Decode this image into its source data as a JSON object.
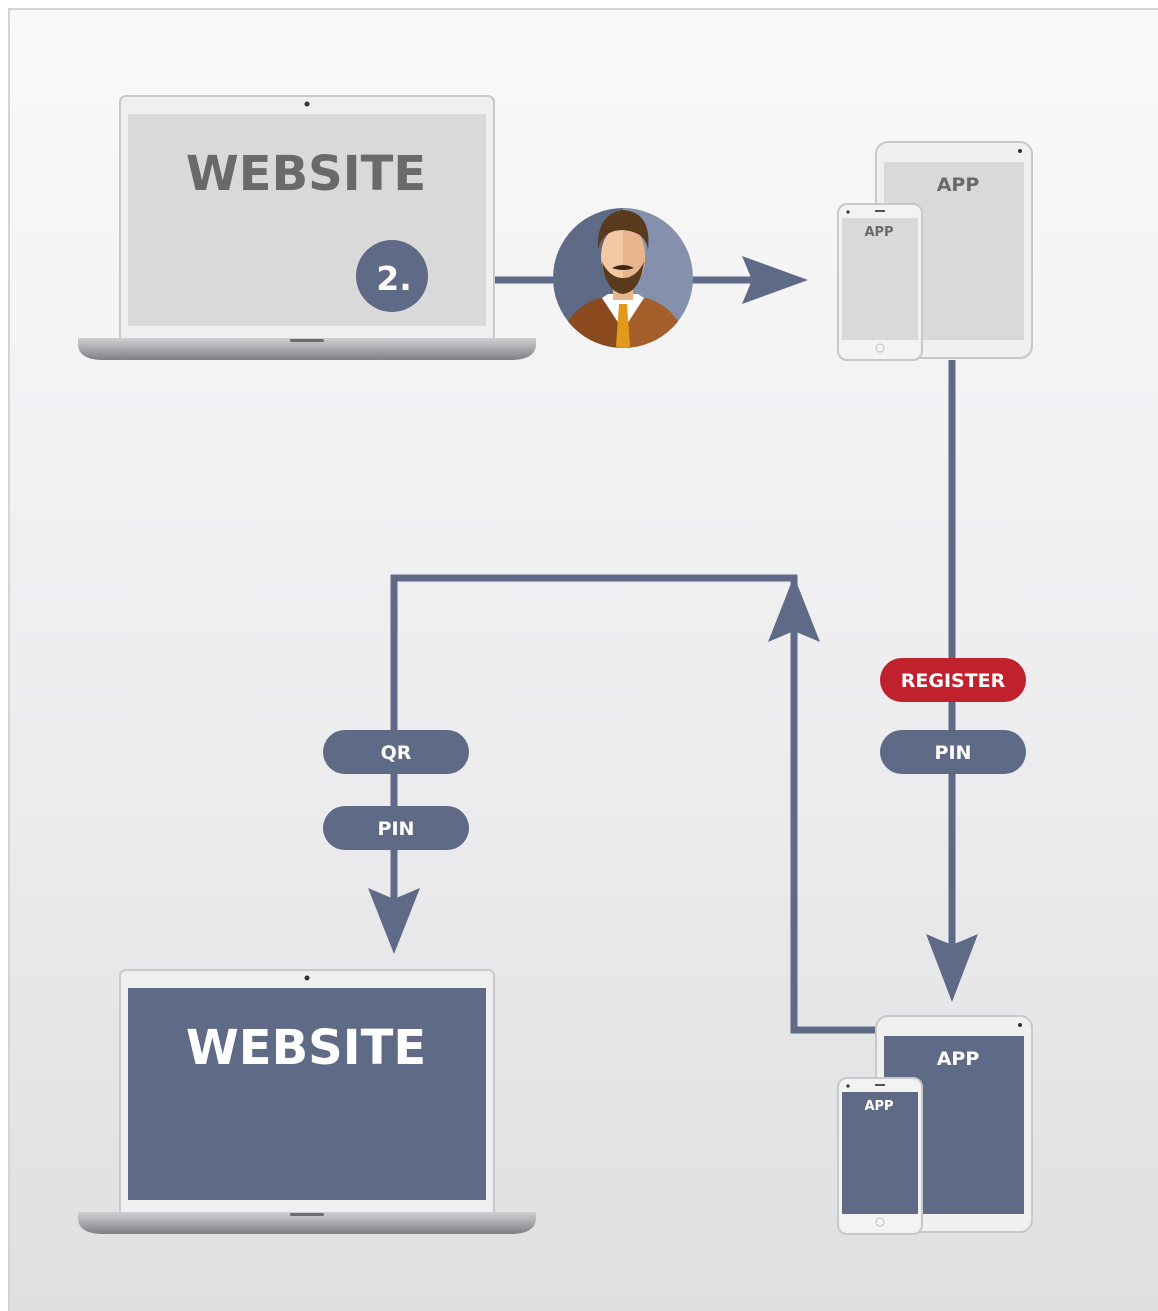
{
  "top": {
    "website_label": "WEBSITE",
    "step_label": "2.",
    "tablet_label": "APP",
    "phone_label": "APP"
  },
  "bottom": {
    "website_label": "WEBSITE",
    "tablet_label": "APP",
    "phone_label": "APP"
  },
  "pills": {
    "register": "REGISTER",
    "pin_right": "PIN",
    "qr": "QR",
    "pin_left": "PIN"
  },
  "colors": {
    "slate": "#5e6a86",
    "register_red": "#c0212d",
    "screen_light": "#d9d9d9",
    "frame": "#efefef"
  },
  "icons": {
    "person": "bearded-man-avatar",
    "laptop": "laptop-icon",
    "tablet": "tablet-icon",
    "phone": "phone-icon"
  }
}
